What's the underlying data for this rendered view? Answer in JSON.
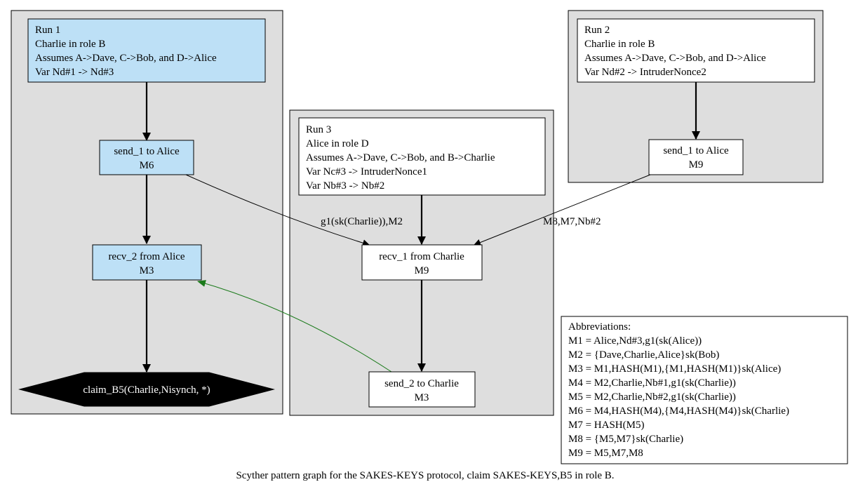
{
  "colors": {
    "cluster_fill": "#dedede",
    "highlight_fill": "#bde0f6",
    "plain_fill": "#ffffff",
    "claim_fill": "#000000",
    "causal_edge": "#1a7a1a"
  },
  "runs": {
    "run1": {
      "header": [
        "Run 1",
        "Charlie in role B",
        "Assumes A->Dave, C->Bob, and D->Alice",
        "Var Nd#1 -> Nd#3"
      ],
      "send_1": [
        "send_1 to Alice",
        "M6"
      ],
      "recv_2": [
        "recv_2 from Alice",
        "M3"
      ],
      "claim": "claim_B5(Charlie,Nisynch, *)"
    },
    "run2": {
      "header": [
        "Run 2",
        "Charlie in role B",
        "Assumes A->Dave, C->Bob, and D->Alice",
        "Var Nd#2 -> IntruderNonce2"
      ],
      "send_1": [
        "send_1 to Alice",
        "M9"
      ]
    },
    "run3": {
      "header": [
        "Run 3",
        "Alice in role D",
        "Assumes A->Dave, C->Bob, and B->Charlie",
        "Var Nc#3 -> IntruderNonce1",
        "Var Nb#3 -> Nb#2"
      ],
      "recv_1": [
        "recv_1 from Charlie",
        "M9"
      ],
      "send_2": [
        "send_2 to Charlie",
        "M3"
      ]
    }
  },
  "edge_labels": {
    "run1_send_to_run3_recv": "g1(sk(Charlie)),M2",
    "run2_send_to_run3_recv": "M8,M7,Nb#2"
  },
  "abbreviations": [
    "Abbreviations:",
    "M1 = Alice,Nd#3,g1(sk(Alice))",
    "M2 = {Dave,Charlie,Alice}sk(Bob)",
    "M3 = M1,HASH(M1),{M1,HASH(M1)}sk(Alice)",
    "M4 = M2,Charlie,Nb#1,g1(sk(Charlie))",
    "M5 = M2,Charlie,Nb#2,g1(sk(Charlie))",
    "M6 = M4,HASH(M4),{M4,HASH(M4)}sk(Charlie)",
    "M7 = HASH(M5)",
    "M8 = {M5,M7}sk(Charlie)",
    "M9 = M5,M7,M8"
  ],
  "caption": "Scyther pattern graph for the SAKES-KEYS protocol, claim SAKES-KEYS,B5 in role B."
}
